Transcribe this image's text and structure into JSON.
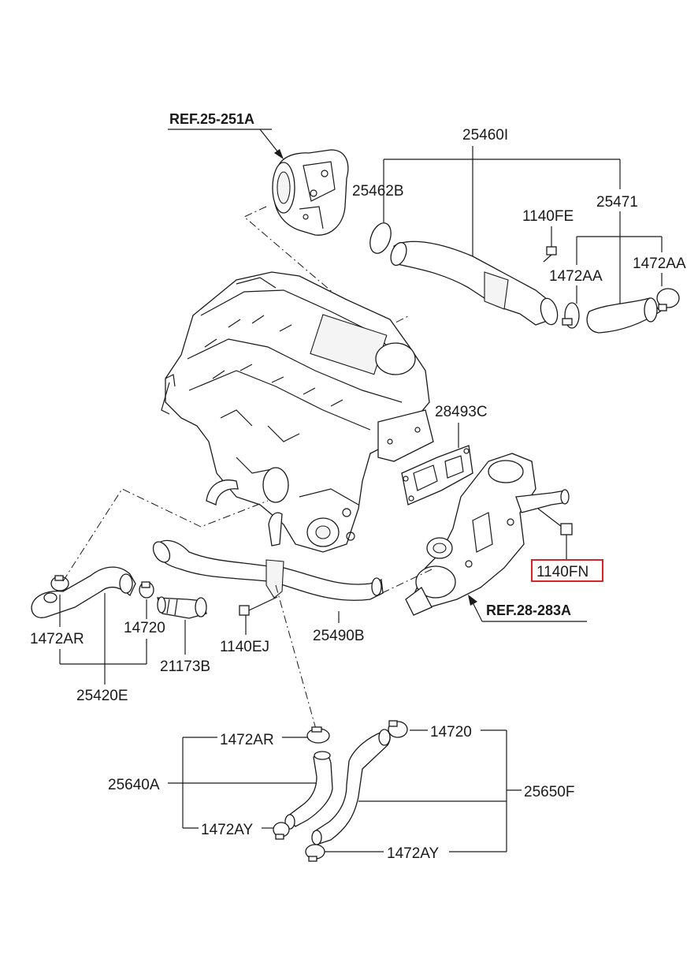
{
  "references": {
    "ref_turbo": "REF.25-251A",
    "ref_thermo": "REF.28-283A"
  },
  "labels": {
    "p25460I": "25460I",
    "p25462B": "25462B",
    "p25471": "25471",
    "p1140FE": "1140FE",
    "p1472AA_a": "1472AA",
    "p1472AA_b": "1472AA",
    "p28493C": "28493C",
    "p1140FN": "1140FN",
    "p1472AR_left": "1472AR",
    "p14720_left": "14720",
    "p21173B": "21173B",
    "p25420E": "25420E",
    "p1140EJ": "1140EJ",
    "p25490B": "25490B",
    "p1472AR_low": "1472AR",
    "p25640A": "25640A",
    "p1472AY_left": "1472AY",
    "p14720_low": "14720",
    "p25650F": "25650F",
    "p1472AY_right": "1472AY"
  },
  "highlight": {
    "part": "1140FN",
    "color": "#d8232a"
  }
}
